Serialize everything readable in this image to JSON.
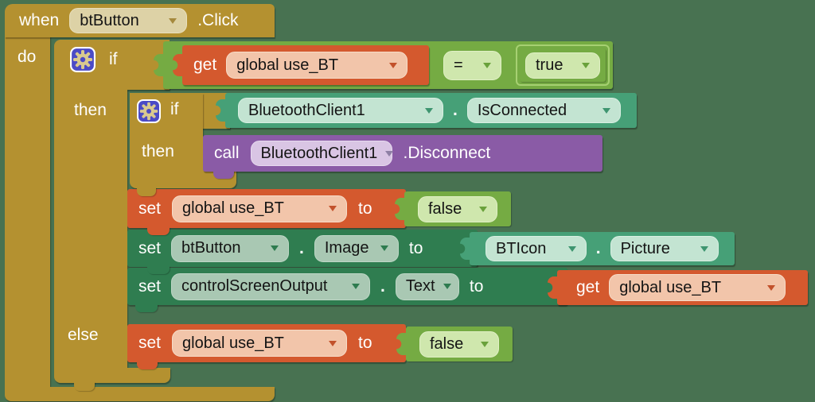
{
  "app": "App Inventor Blocks Editor",
  "colors": {
    "canvas_bg": "#487251",
    "event_mustard": "#b49130",
    "logic_green": "#75ab43",
    "variable_orange": "#d4592e",
    "component_teal": "#46a077",
    "setter_dark_green": "#2f7d50",
    "procedure_purple": "#8a5ba6",
    "mutator_blue": "#4b4ac6"
  },
  "when_block": {
    "keyword": "when",
    "component": "btButton",
    "event": ".Click",
    "do_label": "do"
  },
  "outer_if": {
    "if_label": "if",
    "then_label": "then",
    "else_label": "else"
  },
  "condition": {
    "get_keyword": "get",
    "variable": "global use_BT",
    "operator": "=",
    "value": "true"
  },
  "inner_if": {
    "if_label": "if",
    "then_label": "then"
  },
  "connected_check": {
    "component": "BluetoothClient1",
    "dot": ".",
    "property": "IsConnected"
  },
  "disconnect_call": {
    "keyword": "call",
    "component": "BluetoothClient1",
    "method": ".Disconnect"
  },
  "set_use_bt_then": {
    "keyword": "set",
    "variable": "global use_BT",
    "to_label": "to",
    "value": "false"
  },
  "set_image": {
    "keyword": "set",
    "component": "btButton",
    "dot": ".",
    "property": "Image",
    "to_label": "to"
  },
  "bticon_picture": {
    "component": "BTIcon",
    "dot": ".",
    "property": "Picture"
  },
  "set_text": {
    "keyword": "set",
    "component": "controlScreenOutput",
    "dot": ".",
    "property": "Text",
    "to_label": "to"
  },
  "get_use_bt": {
    "keyword": "get",
    "variable": "global use_BT"
  },
  "set_use_bt_else": {
    "keyword": "set",
    "variable": "global use_BT",
    "to_label": "to",
    "value": "false"
  }
}
